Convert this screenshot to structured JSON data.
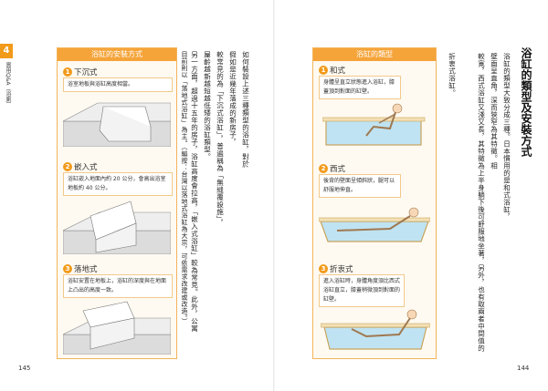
{
  "left_page": {
    "chapter_number": "4",
    "chapter_title": "實用Q&A（浴廁）",
    "page_number": "145",
    "panel_title": "浴缸的安裝方式",
    "sections": [
      {
        "num": "1",
        "label": "下沉式",
        "desc": "浴室地板與浴缸高度相當。"
      },
      {
        "num": "2",
        "label": "嵌入式",
        "desc": "浴缸嵌入地面內約 20 公分，會高出浴室地板約 40 公分。"
      },
      {
        "num": "3",
        "label": "落地式",
        "desc": "浴缸安置在地板上，浴缸的深度與在地面上凸出的高度一致。"
      }
    ],
    "body_columns": [
      "如何裝設上述三種類型的浴缸，對於",
      "較常見的為「下沉式浴缸」，普遍稱為「無縫覆設施」，",
      "另一方面，超過十五年的房子，浴缸高度會拉高，「嵌入式浴缸」較為常見。此外，公寓",
      "目前則以「落地式浴缸」為主。（編按：台灣以落地式浴缸為大宗，可依需求改建或改造。）"
    ],
    "body_columns_extra": [
      "假如是近幾年落成的新房子，",
      "屋齡越新越短越低矮的浴缸類型。"
    ]
  },
  "right_page": {
    "page_number": "144",
    "title": "浴缸的類型及安裝方式",
    "body_columns": [
      "浴缸的類型大致分成三種。日本慣用的是和式浴缸，",
      "較寬，西式浴缸又淺又長，其特徵為上半身躺下後可舒服地坐著，另外，也有取兩者中間值的",
      "折衷式浴缸。"
    ],
    "body_columns_extra": [
      "壁面呈直角，深而狹窄為其特徵。相"
    ],
    "panel_title": "浴缸的類型",
    "sections": [
      {
        "num": "1",
        "label": "和式",
        "desc": "身體呈直立狀態進入浴缸，膝蓋頂到對面的缸壁。"
      },
      {
        "num": "2",
        "label": "西式",
        "desc": "後背的壁面呈傾斜狀，腿可以舒服地伸直。"
      },
      {
        "num": "3",
        "label": "折衷式",
        "desc": "進入浴缸時，身體角度須比西式浴缸直立，膝蓋稍微頂到對面的缸壁。"
      }
    ]
  },
  "colors": {
    "accent": "#f29a1a",
    "panel_border": "#f2b45a",
    "panel_bg": "#fffaf1",
    "water": "#bfe3f2",
    "tub_edge": "#c8a45c"
  }
}
